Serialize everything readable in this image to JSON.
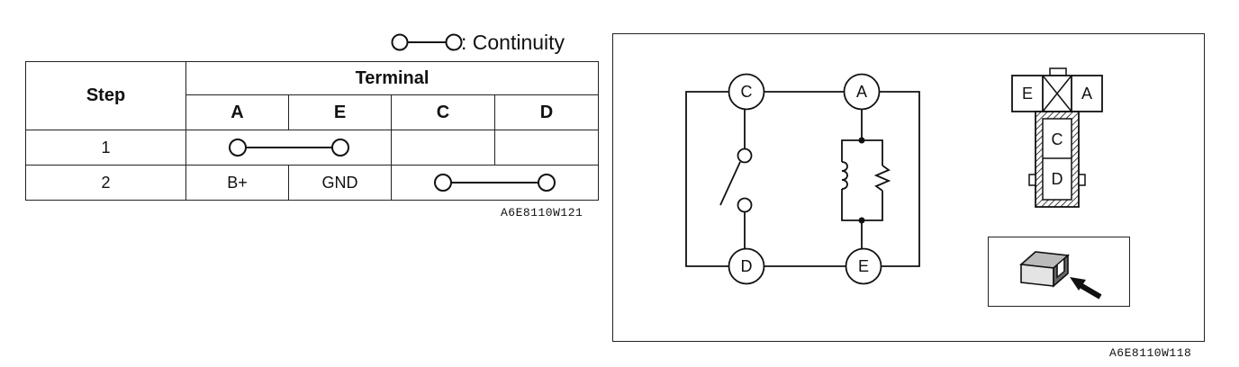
{
  "legend": {
    "text": ": Continuity",
    "icon": "continuity-symbol-icon"
  },
  "table": {
    "step_header": "Step",
    "group_header": "Terminal",
    "terminals": [
      "A",
      "E",
      "C",
      "D"
    ],
    "rows": [
      {
        "step": "1",
        "continuity": [
          "A",
          "E"
        ],
        "labels": {}
      },
      {
        "step": "2",
        "continuity": [
          "C",
          "D"
        ],
        "labels": {
          "A": "B+",
          "E": "GND"
        }
      }
    ],
    "ref_code": "A6E8110W121"
  },
  "diagram": {
    "ref_code": "A6E8110W118",
    "terminals": {
      "c": "C",
      "a": "A",
      "d": "D",
      "e": "E"
    },
    "connector": {
      "left": "E",
      "right": "A",
      "mid1": "C",
      "mid2": "D"
    },
    "icons": [
      "switch-icon",
      "coil-icon",
      "resistor-icon",
      "connector-view-icon",
      "arrow-icon"
    ]
  }
}
